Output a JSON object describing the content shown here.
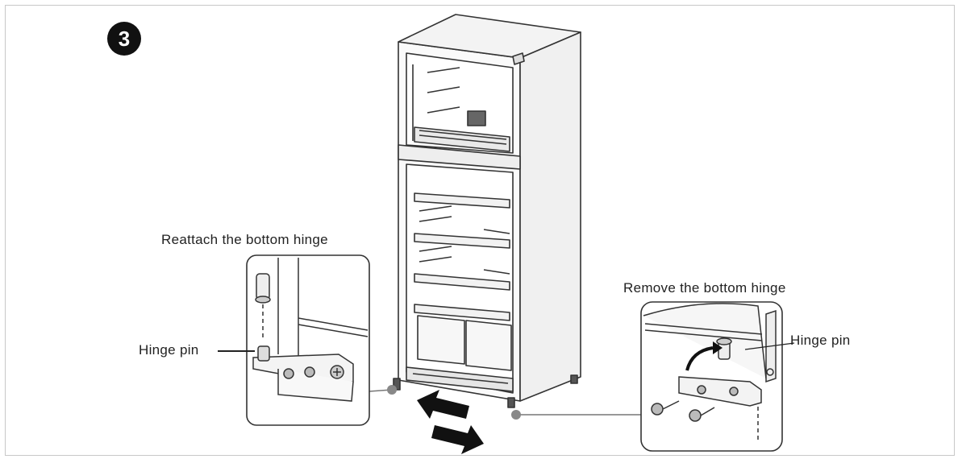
{
  "step": {
    "number": "3"
  },
  "labels": {
    "reattach_title": "Reattach the bottom hinge",
    "remove_title": "Remove the bottom hinge",
    "hinge_pin_left": "Hinge pin",
    "hinge_pin_right": "Hinge pin"
  },
  "colors": {
    "line": "#333333",
    "light_line": "#777777",
    "badge": "#111111"
  },
  "icons": [
    "step-number-badge",
    "fridge-illustration",
    "hinge-detail-left",
    "hinge-detail-right",
    "direction-arrows-icon"
  ]
}
